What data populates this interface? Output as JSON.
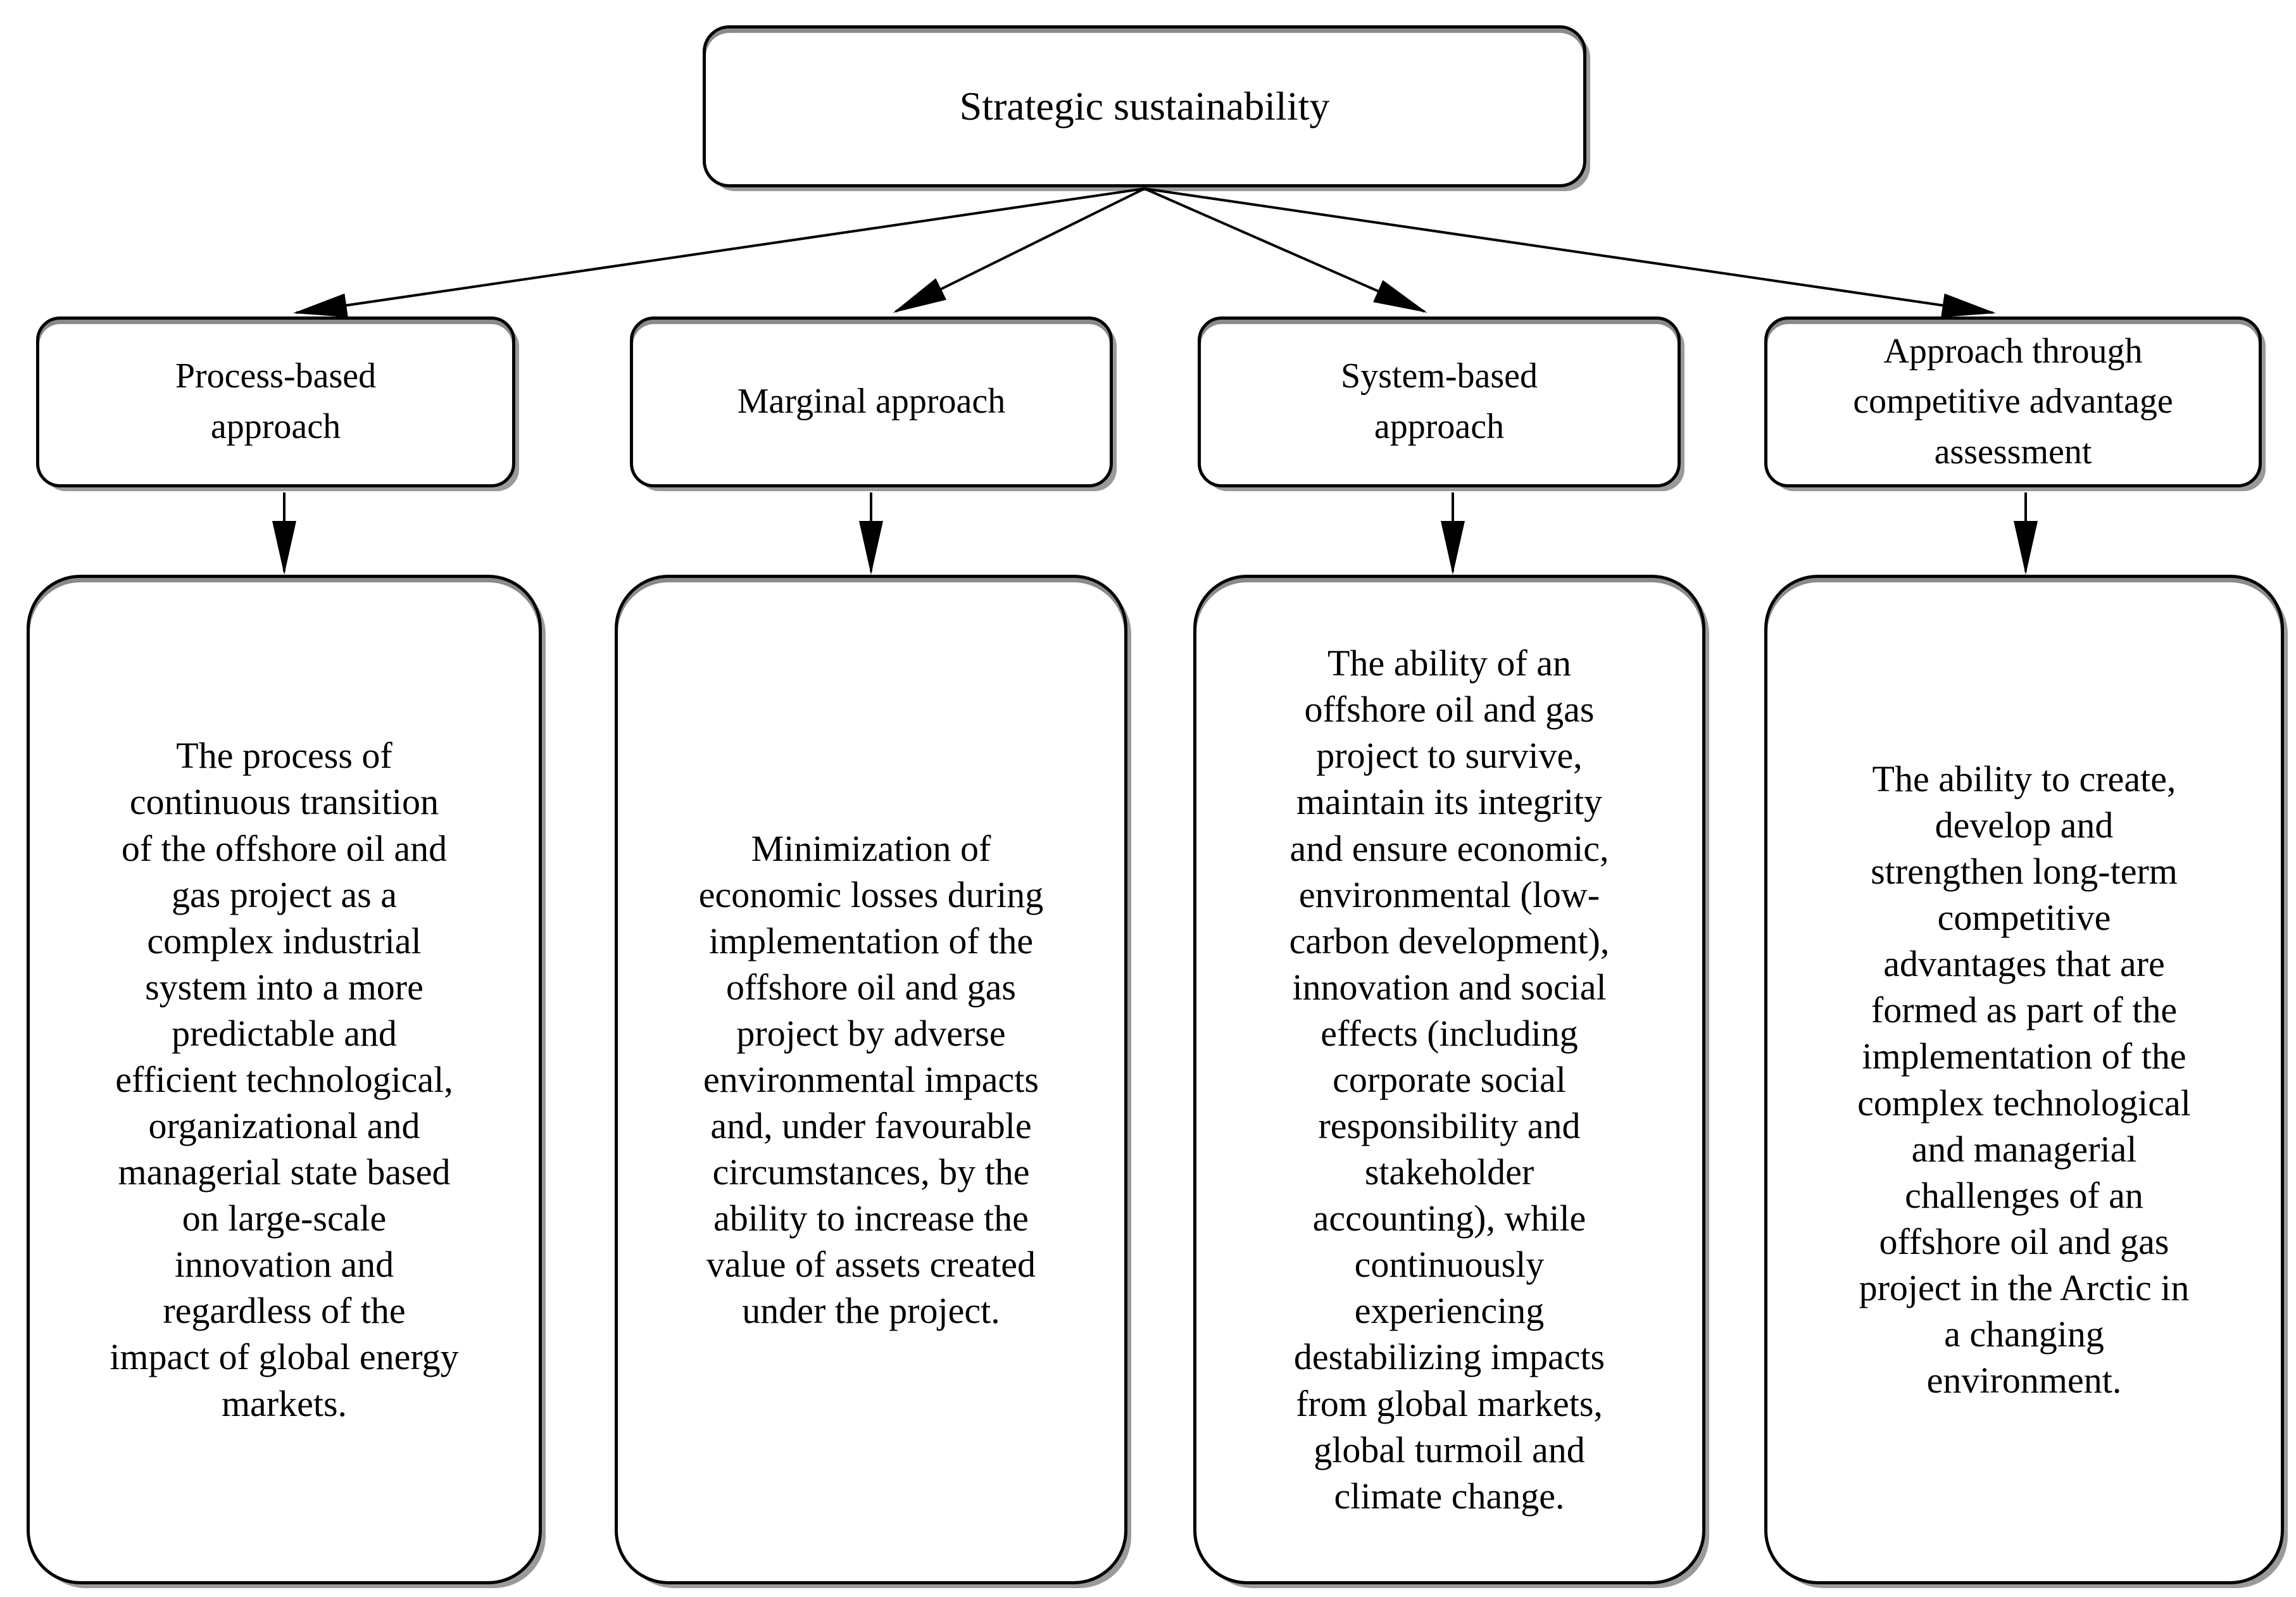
{
  "diagram": {
    "root": {
      "label": "Strategic sustainability"
    },
    "approaches": [
      {
        "title": "Process-based\napproach",
        "description": "The process of\ncontinuous transition\nof the offshore oil and\ngas project as a\ncomplex industrial\nsystem into a more\npredictable and\nefficient technological,\norganizational and\nmanagerial state based\non large-scale\ninnovation and\nregardless of the\nimpact of global energy\nmarkets."
      },
      {
        "title": "Marginal approach",
        "description": "Minimization of\neconomic losses during\nimplementation of the\noffshore oil and gas\nproject by adverse\nenvironmental impacts\nand, under favourable\ncircumstances, by the\nability to increase the\nvalue of assets created\nunder the project."
      },
      {
        "title": "System-based\napproach",
        "description": "The ability of an\noffshore oil and gas\nproject to survive,\nmaintain its integrity\nand ensure economic,\nenvironmental (low-\ncarbon development),\ninnovation and social\neffects (including\ncorporate social\nresponsibility and\nstakeholder\naccounting), while\ncontinuously\nexperiencing\ndestabilizing impacts\nfrom global markets,\nglobal turmoil and\nclimate change."
      },
      {
        "title": "Approach through\ncompetitive advantage\nassessment",
        "description": "The ability to create,\ndevelop and\nstrengthen long-term\ncompetitive\nadvantages that are\nformed as part of the\nimplementation of the\ncomplex technological\nand managerial\nchallenges of an\noffshore oil and gas\nproject in the Arctic in\na changing\nenvironment."
      }
    ]
  },
  "colors": {
    "border": "#000000",
    "shadow": "#9a9a9a",
    "top_bar": "#8a8a8a",
    "background": "#ffffff",
    "text": "#000000"
  }
}
